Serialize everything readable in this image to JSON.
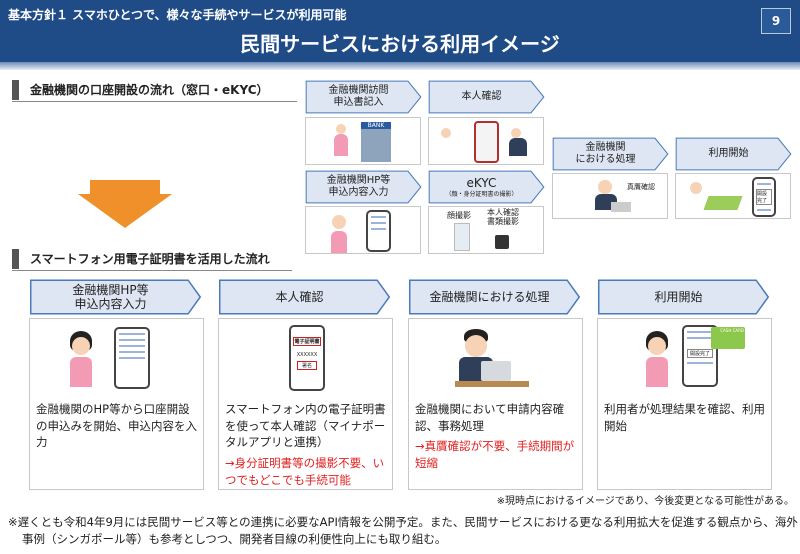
{
  "header": {
    "subtitle": "基本方針１ スマホひとつで、様々な手続やサービスが利用可能",
    "title": "民間サービスにおける利用イメージ",
    "page_number": "9"
  },
  "section1": {
    "title": "金融機関の口座開設の流れ（窓口・eKYC）",
    "steps": {
      "visit": "金融機関訪問\n申込書記入",
      "identity": "本人確認",
      "hp": "金融機関HP等\n申込内容入力",
      "ekyc": "eKYC",
      "ekyc_sub": "（顔・身分証明書の撮影）",
      "processing": "金融機関\nにおける処理",
      "start": "利用開始"
    },
    "labels": {
      "bank": "BANK",
      "face_photo": "顔撮影",
      "doc_photo": "本人確認\n書類撮影",
      "authenticity": "真贋確認",
      "done": "開設完了"
    }
  },
  "section2": {
    "title": "スマートフォン用電子証明書を活用した流れ",
    "steps": [
      {
        "label": "金融機関HP等\n申込内容入力",
        "desc": "金融機関のHP等から口座開設の申込みを開始、申込内容を入力",
        "note": ""
      },
      {
        "label": "本人確認",
        "desc": "スマートフォン内の電子証明書を使って本人確認（マイナポータルアプリと連携）",
        "note": "→身分証明書等の撮影不要、いつでもどこでも手続可能"
      },
      {
        "label": "金融機関における処理",
        "desc": "金融機関において申請内容確認、事務処理",
        "note": "→真贋確認が不要、手続期間が短縮"
      },
      {
        "label": "利用開始",
        "desc": "利用者が処理結果を確認、利用開始",
        "note": ""
      }
    ],
    "labels": {
      "cert": "電子証明書",
      "xxx": "XXXXXX",
      "sign": "署名",
      "done": "開設完了",
      "card": "CASH CARD"
    }
  },
  "notes": {
    "disclaimer": "※現時点におけるイメージであり、今後変更となる可能性がある。",
    "footer": "※遅くとも令和4年9月には民間サービス等との連携に必要なAPI情報を公開予定。また、民間サービスにおける更なる利用拡大を促進する観点から、海外事例（シンガポール等）も参考としつつ、開発者目線の利便性向上にも取り組む。"
  },
  "colors": {
    "header": "#1f4b86",
    "chevron_fill": "#dde6f2",
    "chevron_border": "#4a7ab8",
    "accent_red": "#e02020",
    "arrow_orange": "#f0902a"
  }
}
